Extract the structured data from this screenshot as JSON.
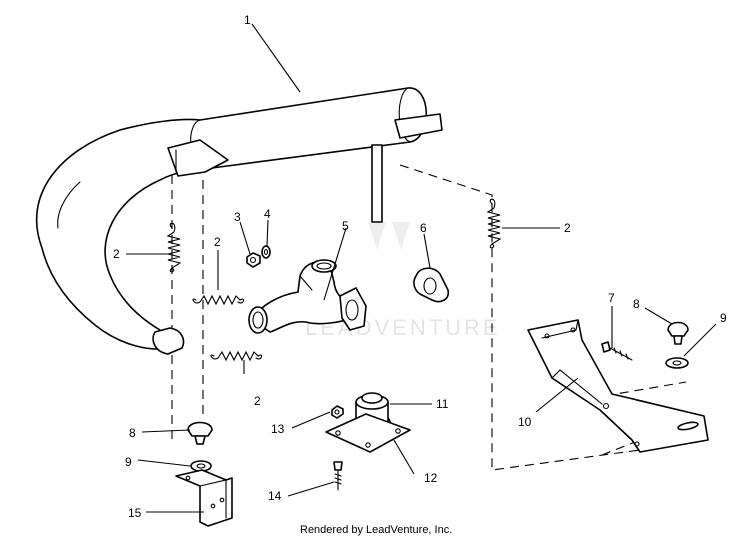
{
  "diagram": {
    "callouts": [
      {
        "id": "c1",
        "label": "1"
      },
      {
        "id": "c2a",
        "label": "2"
      },
      {
        "id": "c2b",
        "label": "2"
      },
      {
        "id": "c2c",
        "label": "2"
      },
      {
        "id": "c2d",
        "label": "2"
      },
      {
        "id": "c3",
        "label": "3"
      },
      {
        "id": "c4",
        "label": "4"
      },
      {
        "id": "c5",
        "label": "5"
      },
      {
        "id": "c6",
        "label": "6"
      },
      {
        "id": "c7",
        "label": "7"
      },
      {
        "id": "c8a",
        "label": "8"
      },
      {
        "id": "c8b",
        "label": "8"
      },
      {
        "id": "c9a",
        "label": "9"
      },
      {
        "id": "c9b",
        "label": "9"
      },
      {
        "id": "c10",
        "label": "10"
      },
      {
        "id": "c11",
        "label": "11"
      },
      {
        "id": "c12",
        "label": "12"
      },
      {
        "id": "c13",
        "label": "13"
      },
      {
        "id": "c14",
        "label": "14"
      },
      {
        "id": "c15",
        "label": "15"
      }
    ],
    "watermark": "LEADVENTURE",
    "footer": "Rendered by LeadVenture, Inc."
  }
}
